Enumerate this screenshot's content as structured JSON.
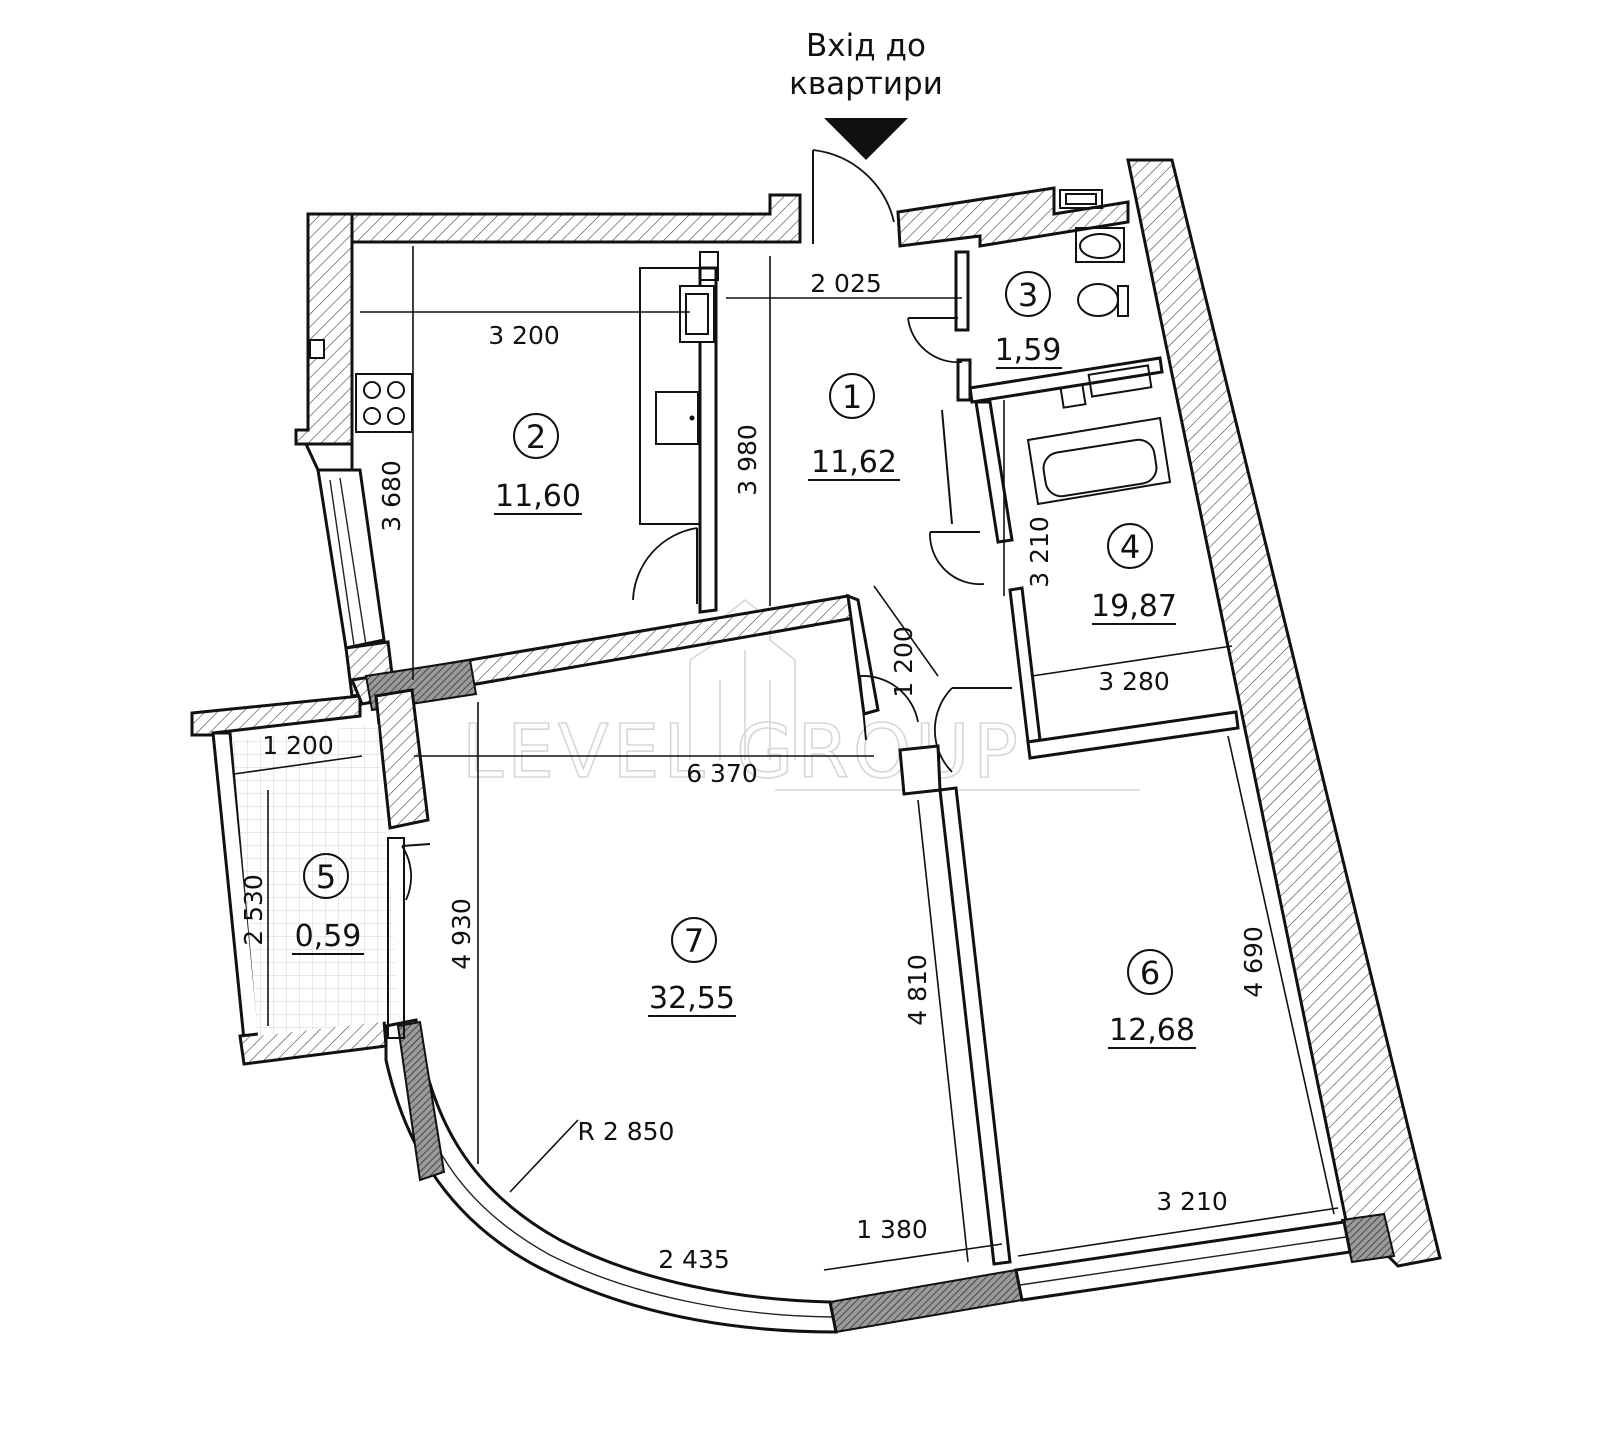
{
  "entrance": {
    "line1": "Вхід до",
    "line2": "квартири"
  },
  "watermark": {
    "text": "LEVEL GROUP"
  },
  "rooms": [
    {
      "number": "1",
      "area": "11,62"
    },
    {
      "number": "2",
      "area": "11,60"
    },
    {
      "number": "3",
      "area": "1,59"
    },
    {
      "number": "4",
      "area": "19,87"
    },
    {
      "number": "5",
      "area": "0,59"
    },
    {
      "number": "6",
      "area": "12,68"
    },
    {
      "number": "7",
      "area": "32,55"
    }
  ],
  "dimensions": {
    "kitchen_width": "3 200",
    "kitchen_depth": "3 680",
    "hall_width": "2 025",
    "hall_depth": "3 980",
    "bath_depth": "3 210",
    "bath_width": "3 280",
    "passage": "1 200",
    "balcony_width": "1 200",
    "balcony_depth": "2 530",
    "living_width": "6 370",
    "living_depth": "4 930",
    "living_right": "4 810",
    "radius": "R 2 850",
    "arc_chord": "2 435",
    "window_run": "1 380",
    "bedroom_width": "3 210",
    "bedroom_depth": "4 690"
  },
  "colors": {
    "ink": "#111111",
    "watermark": "#d6d6d6"
  }
}
